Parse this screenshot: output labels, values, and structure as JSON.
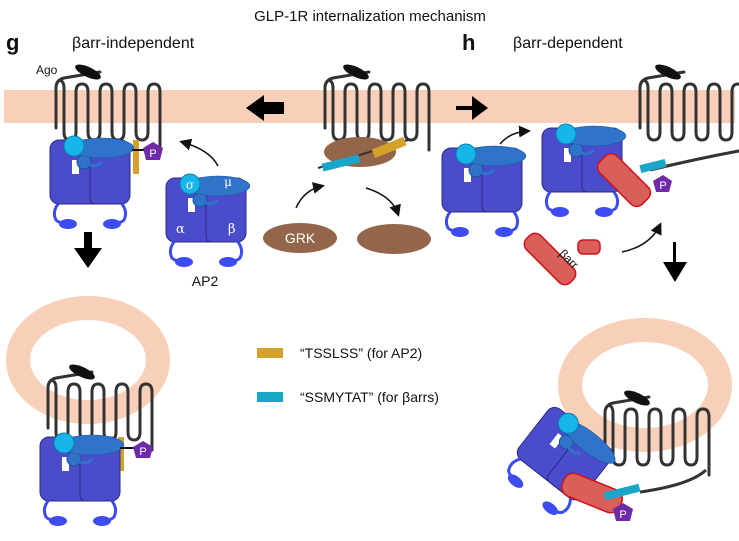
{
  "title": "GLP-1R internalization mechanism",
  "panels": {
    "g": {
      "letter": "g",
      "label": "βarr-independent"
    },
    "h": {
      "letter": "h",
      "label": "βarr-dependent"
    }
  },
  "labels": {
    "agonist": "Ago",
    "ap2": "AP2",
    "grk": "GRK",
    "barr": "βarr",
    "phospho": "P",
    "sigma": "σ",
    "mu": "μ",
    "alpha": "α",
    "beta": "β"
  },
  "legend": [
    {
      "label": "“TSSLSS”  (for AP2)",
      "color": "#d4a22c"
    },
    {
      "label": "“SSMYTAT”  (for βarrs)",
      "color": "#1aa6c9"
    }
  ],
  "colors": {
    "membrane": "#f8cfb8",
    "ap2_body": "#4a4ccc",
    "ap2_mu": "#2f74c8",
    "ap2_sigma": "#16b5ea",
    "ap2_ear": "#3d4cf0",
    "grk": "#93654a",
    "barr": "#d9605a",
    "barr_edge": "#d0101a",
    "phospho": "#6e2aa8",
    "tssls": "#d4a22c",
    "ssmytat": "#1aa6c9",
    "receptor": "#333333"
  }
}
